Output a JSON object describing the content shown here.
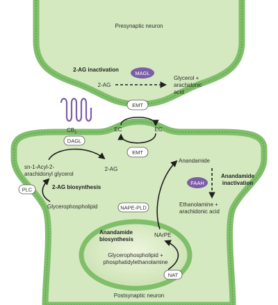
{
  "labels": {
    "presynaptic": "Presynaptic neuron",
    "postsynaptic": "Postsynaptic neuron",
    "ag_inactivation": "2-AG inactivation",
    "magl": "MAGL",
    "ag_pre": "2-AG",
    "glycerol_line1": "Glycerol +",
    "glycerol_line2": "arachidonic",
    "glycerol_line3": "acid",
    "cb1": "CB",
    "cb1_sub": "1",
    "emt_top": "EMT",
    "emt_bottom": "EMT",
    "ec_left": "EC",
    "ec_right": "EC",
    "dagl": "DAGL",
    "acyl_line1": "sn-1-Acyl-2-",
    "acyl_line2": "arachidonyl glycerol",
    "ag_post": "2-AG",
    "ag_biosynthesis": "2-AG biosynthesis",
    "plc": "PLC",
    "glycerophospholipid": "Glycerophospholipid",
    "anandamide": "Anandamide",
    "faah": "FAAH",
    "anand_inact_line1": "Anandamide",
    "anand_inact_line2": "inactivation",
    "ethanolamine_line1": "Ethanolamine +",
    "ethanolamine_line2": "arachidonic acid",
    "nape_pld": "NAPE-PLD",
    "anand_bio_line1": "Anandamide",
    "anand_bio_line2": "biosynthesis",
    "narpe": "NArPE",
    "gpl_line1": "Glycerophospholipid +",
    "gpl_line2": "phosphatidylethanolamine",
    "nat": "NAT"
  },
  "colors": {
    "membrane": "#7fbf6a",
    "cytoplasm": "#d4e9bf",
    "enzyme": "#7b5ea7",
    "arrow": "#1e1e1e"
  }
}
